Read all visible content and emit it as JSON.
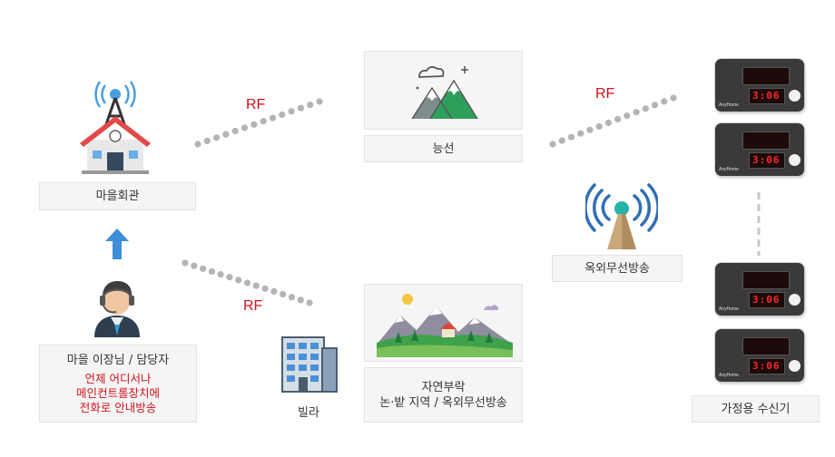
{
  "labels": {
    "village_hall": "마을회관",
    "neungseon": "능선",
    "outdoor_broadcast": "옥외무선방송",
    "head_title": "마을 이장님 / 담당자",
    "head_note_1": "언제 어디서나",
    "head_note_2": "메인컨트롤장치에",
    "head_note_3": "전화로 안내방송",
    "villa": "빌라",
    "nature_1": "자연부락",
    "nature_2": "논·밭 지역 / 옥외무선방송",
    "home_receiver": "가정용 수신기"
  },
  "rf_labels": [
    "RF",
    "RF",
    "RF"
  ],
  "device": {
    "display_text": "3:06",
    "brand": "AnyHome"
  },
  "colors": {
    "rf_red": "#d0121b",
    "dot_gray": "#b4b4b4",
    "arrow_blue": "#3f8fd8",
    "box_bg": "#f5f5f5"
  },
  "icons": [
    "antenna-house-icon",
    "mountain-icon",
    "wireless-tower-icon",
    "operator-headset-icon",
    "building-icon",
    "nature-village-icon",
    "up-arrow-icon",
    "home-receiver-device-icon"
  ]
}
